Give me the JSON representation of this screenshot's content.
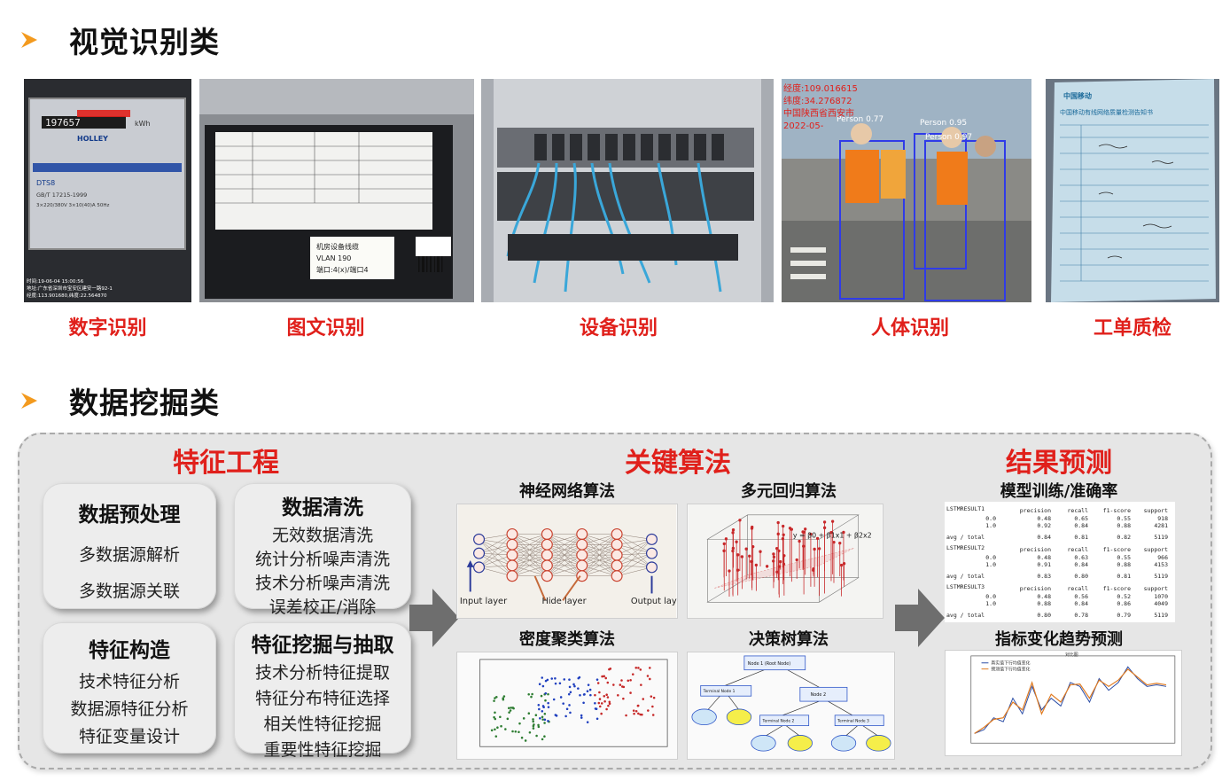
{
  "section1": {
    "title": "视觉识别类"
  },
  "section2": {
    "title": "数据挖掘类"
  },
  "captions": [
    "数字识别",
    "图文识别",
    "设备识别",
    "人体识别",
    "工单质检"
  ],
  "photo_texts": {
    "meter_display": "197657",
    "meter_unit": "kWh",
    "meter_brand": "HOLLEY",
    "meter_model": "DTS8",
    "meter_spec": "GB/T 17215-1999",
    "meter_rating": "3×220/380V 3×10(40)A 50Hz",
    "meter_stamp1": "时间:19-06-04 15:00:56",
    "meter_stamp2": "地址:广东省深圳市宝安区建安一路92-1",
    "meter_stamp3": "经度:113.901680,纬度:22.564870",
    "note_line1": "机房设备线缆",
    "note_line2": "VLAN 190",
    "note_line3": "端口:4(x)/端口4",
    "person_coord1": "经度:109.016615",
    "person_coord2": "纬度:34.276872",
    "person_place": "中国陕西省西安市",
    "person_date": "2022-05-",
    "person_labels": [
      "Person 0.77",
      "Person 0.95",
      "Person 0.97"
    ],
    "form_header": "中国移动",
    "form_title": "中国移动有线网络质量检测告知书"
  },
  "panel": {
    "feature_eng": {
      "title": "特征工程",
      "cards": [
        {
          "title": "数据预处理",
          "lines": [
            "多数据源解析",
            "多数据源关联"
          ]
        },
        {
          "title": "数据清洗",
          "lines": [
            "无效数据清洗",
            "统计分析噪声清洗",
            "技术分析噪声清洗",
            "误差校正/消除"
          ]
        },
        {
          "title": "特征构造",
          "lines": [
            "技术特征分析",
            "数据源特征分析",
            "特征变量设计"
          ]
        },
        {
          "title": "特征挖掘与抽取",
          "lines": [
            "技术分析特征提取",
            "特征分布特征选择",
            "相关性特征挖掘",
            "重要性特征挖掘"
          ]
        }
      ]
    },
    "key_algo": {
      "title": "关键算法",
      "items": [
        "神经网络算法",
        "多元回归算法",
        "密度聚类算法",
        "决策树算法"
      ],
      "nn_labels": [
        "Input layer",
        "Hide layer",
        "Output layer"
      ],
      "regression_formula": "y = β0 + β1x1 + β2x2",
      "tree_root": "Node 1 (Root Node)",
      "tree_nodes": [
        "Terminal Node 1",
        "Node 2",
        "Terminal Node 2",
        "Terminal Node 3"
      ]
    },
    "result": {
      "title": "结果预测",
      "sub1": "模型训练/准确率",
      "sub2": "指标变化趋势预测",
      "report_header": [
        "precision",
        "recall",
        "f1-score",
        "support"
      ],
      "reports": [
        {
          "name": "LSTMRESULT1",
          "rows": [
            [
              "0.0",
              "0.48",
              "0.65",
              "0.55",
              "918"
            ],
            [
              "1.0",
              "0.92",
              "0.84",
              "0.88",
              "4281"
            ]
          ],
          "avg": [
            "avg / total",
            "0.84",
            "0.81",
            "0.82",
            "5119"
          ]
        },
        {
          "name": "LSTMRESULT2",
          "rows": [
            [
              "0.0",
              "0.48",
              "0.63",
              "0.55",
              "966"
            ],
            [
              "1.0",
              "0.91",
              "0.84",
              "0.88",
              "4153"
            ]
          ],
          "avg": [
            "avg / total",
            "0.83",
            "0.80",
            "0.81",
            "5119"
          ]
        },
        {
          "name": "LSTMRESULT3",
          "rows": [
            [
              "0.0",
              "0.48",
              "0.56",
              "0.52",
              "1070"
            ],
            [
              "1.0",
              "0.88",
              "0.84",
              "0.86",
              "4049"
            ]
          ],
          "avg": [
            "avg / total",
            "0.80",
            "0.78",
            "0.79",
            "5119"
          ]
        }
      ],
      "trend_title": "对比图",
      "trend_legend": [
        "真实值下行均值变化",
        "预测值下行均值变化"
      ]
    }
  },
  "colors": {
    "accent_red": "#e0201b",
    "arrow_orange": "#f39a1e",
    "panel_bg": "#e6e6e6",
    "big_arrow": "#6e6e6e"
  }
}
